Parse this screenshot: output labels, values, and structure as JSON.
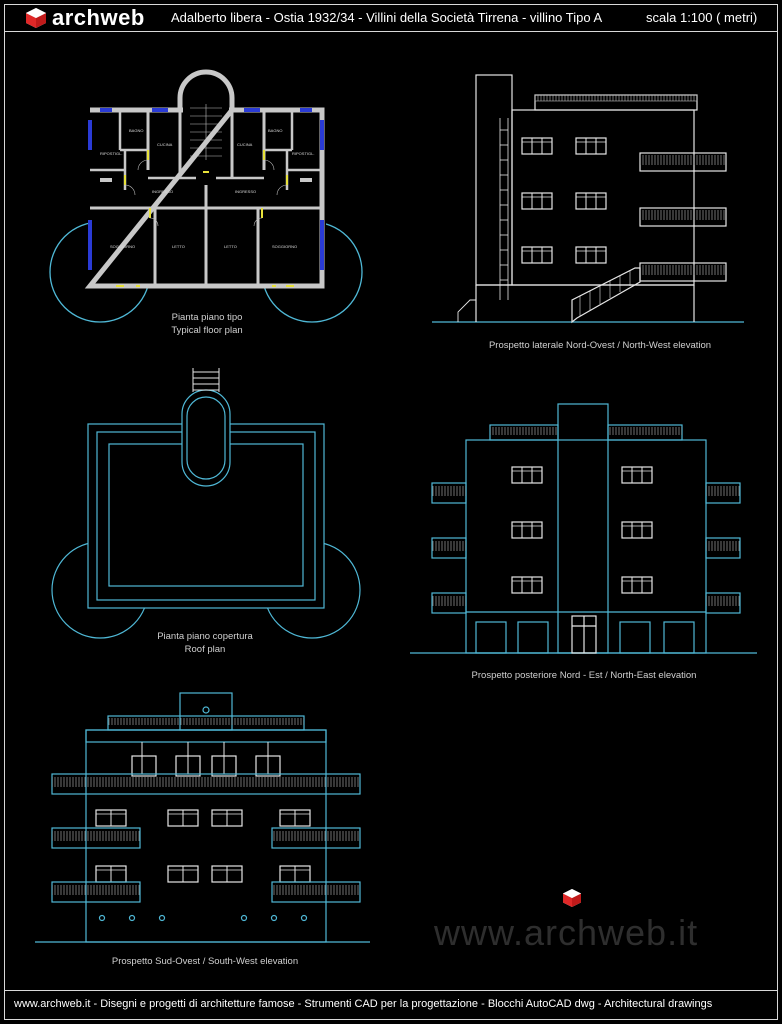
{
  "header": {
    "logo_text": "archweb",
    "title": "Adalberto libera - Ostia 1932/34 - Villini della Società Tirrena - villino Tipo A",
    "scale": "scala 1:100 ( metri)"
  },
  "drawings": {
    "typical_plan": {
      "caption_it": "Pianta piano tipo",
      "caption_en": "Typical floor plan"
    },
    "roof_plan": {
      "caption_it": "Pianta piano copertura",
      "caption_en": "Roof plan"
    },
    "nw_elevation": {
      "caption": "Prospetto laterale Nord-Ovest    /    North-West elevation"
    },
    "ne_elevation": {
      "caption": "Prospetto posteriore Nord - Est    /    North-East elevation"
    },
    "sw_elevation": {
      "caption": "Prospetto Sud-Ovest    /    South-West elevation"
    }
  },
  "room_labels": {
    "bagno": "BAGNO",
    "cucina": "CUCINA",
    "ripostiglio": "RIPOSTIGL.",
    "ingresso": "INGRESSO",
    "soggiorno": "SOGGIORNO",
    "letto": "LETTO"
  },
  "watermark": "www.archweb.it",
  "footer": "www.archweb.it -   Disegni e progetti di architetture famose - Strumenti CAD  per la progettazione - Blocchi AutoCAD dwg - Architectural drawings",
  "colors": {
    "background": "#000000",
    "line_white": "#e6e6e6",
    "line_cyan": "#4fb8d6",
    "wall_grey": "#c8c8c8",
    "accent_red": "#d81e1e",
    "window_blue": "#2a3bd6",
    "door_yellow": "#e8e23a"
  }
}
